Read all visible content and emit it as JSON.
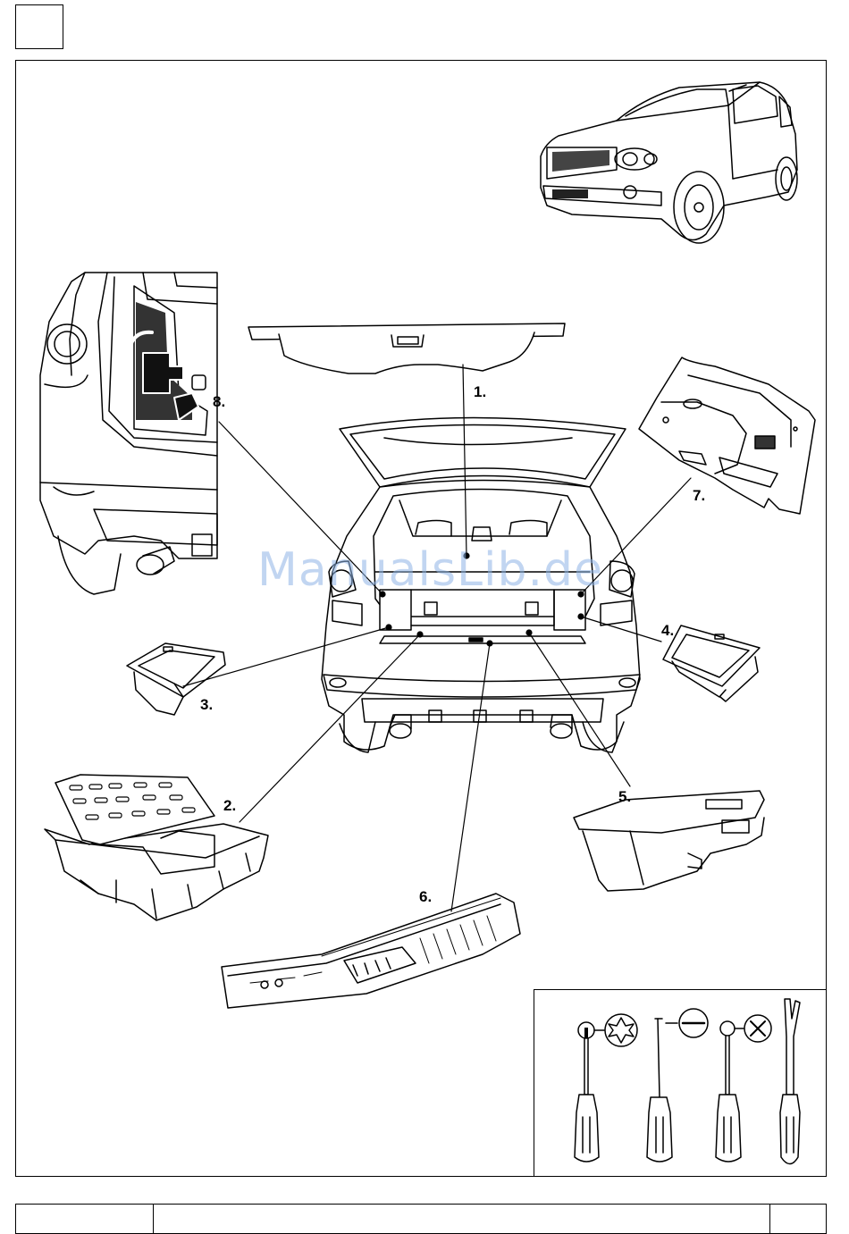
{
  "callouts": [
    {
      "id": "1",
      "text": "1."
    },
    {
      "id": "2",
      "text": "2."
    },
    {
      "id": "3",
      "text": "3."
    },
    {
      "id": "4",
      "text": "4."
    },
    {
      "id": "5",
      "text": "5."
    },
    {
      "id": "6",
      "text": "6."
    },
    {
      "id": "7",
      "text": "7."
    },
    {
      "id": "8",
      "text": "8."
    }
  ],
  "watermark": "ManualsLib.de",
  "colors": {
    "ink": "#000000",
    "watermark": "#8fb4e6",
    "panel_dark": "#333333"
  },
  "tools": [
    {
      "name": "torx-screwdriver",
      "tip_icon": "torx-star-icon"
    },
    {
      "name": "flat-screwdriver",
      "tip_icon": "slot-minus-icon"
    },
    {
      "name": "phillips-screwdriver",
      "tip_icon": "phillips-cross-icon"
    },
    {
      "name": "trim-removal-tool",
      "tip_icon": "fork-tip-icon"
    }
  ]
}
